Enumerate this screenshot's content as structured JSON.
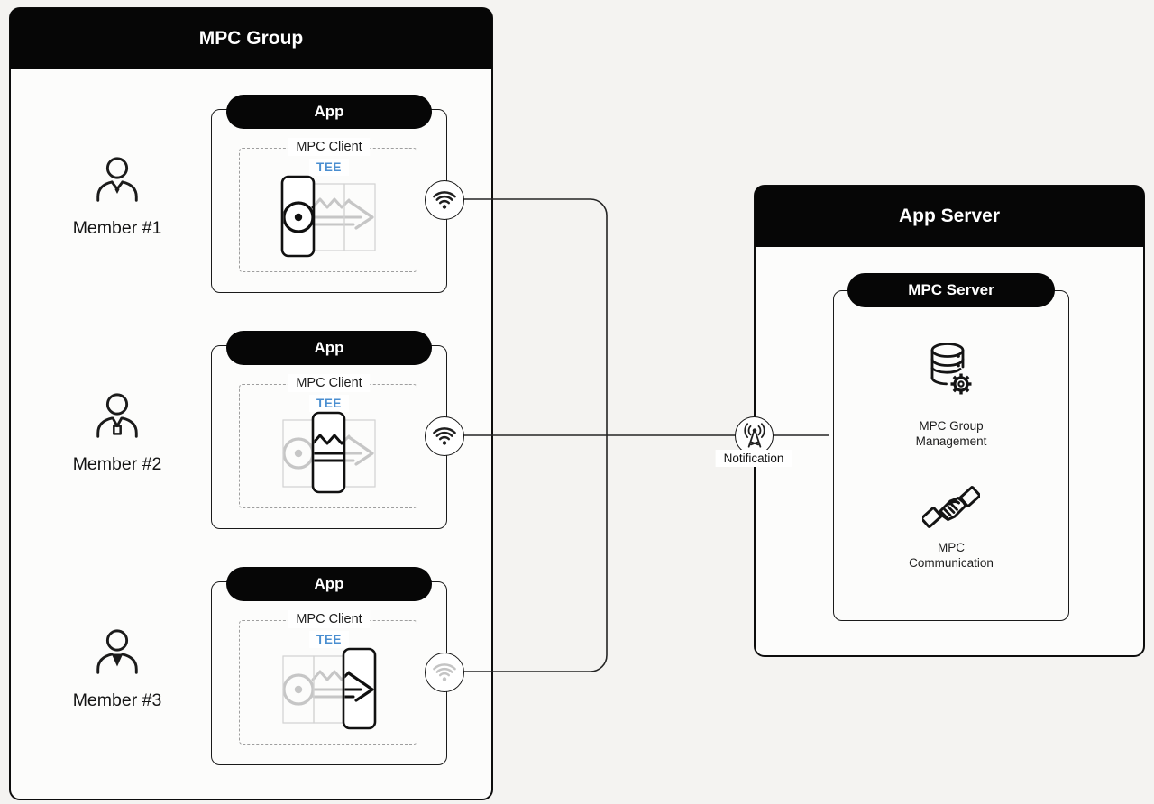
{
  "mpc_group": {
    "title": "MPC Group",
    "app": {
      "title": "App",
      "client_label": "MPC Client",
      "tee_label": "TEE"
    },
    "members": [
      {
        "label": "Member #1",
        "icon": "person-open-collar",
        "key_share_segment": 1,
        "wifi_dimmed": false
      },
      {
        "label": "Member #2",
        "icon": "person-id-badge",
        "key_share_segment": 2,
        "wifi_dimmed": false
      },
      {
        "label": "Member #3",
        "icon": "person-necktie",
        "key_share_segment": 3,
        "wifi_dimmed": true
      }
    ]
  },
  "app_server": {
    "title": "App Server",
    "mpc_server": {
      "title": "MPC Server",
      "services": [
        {
          "label": "MPC Group\nManagement",
          "icon": "database-gear-icon"
        },
        {
          "label": "MPC\nCommunication",
          "icon": "handshake-icon"
        }
      ]
    }
  },
  "notification": {
    "label": "Notification",
    "icon": "broadcast-antenna-icon"
  },
  "colors": {
    "tee_accent": "#4a8ed0",
    "key_gray": "#c6c6c6",
    "wire": "#242424",
    "wifi_dimmed": "#c4c4c4"
  }
}
